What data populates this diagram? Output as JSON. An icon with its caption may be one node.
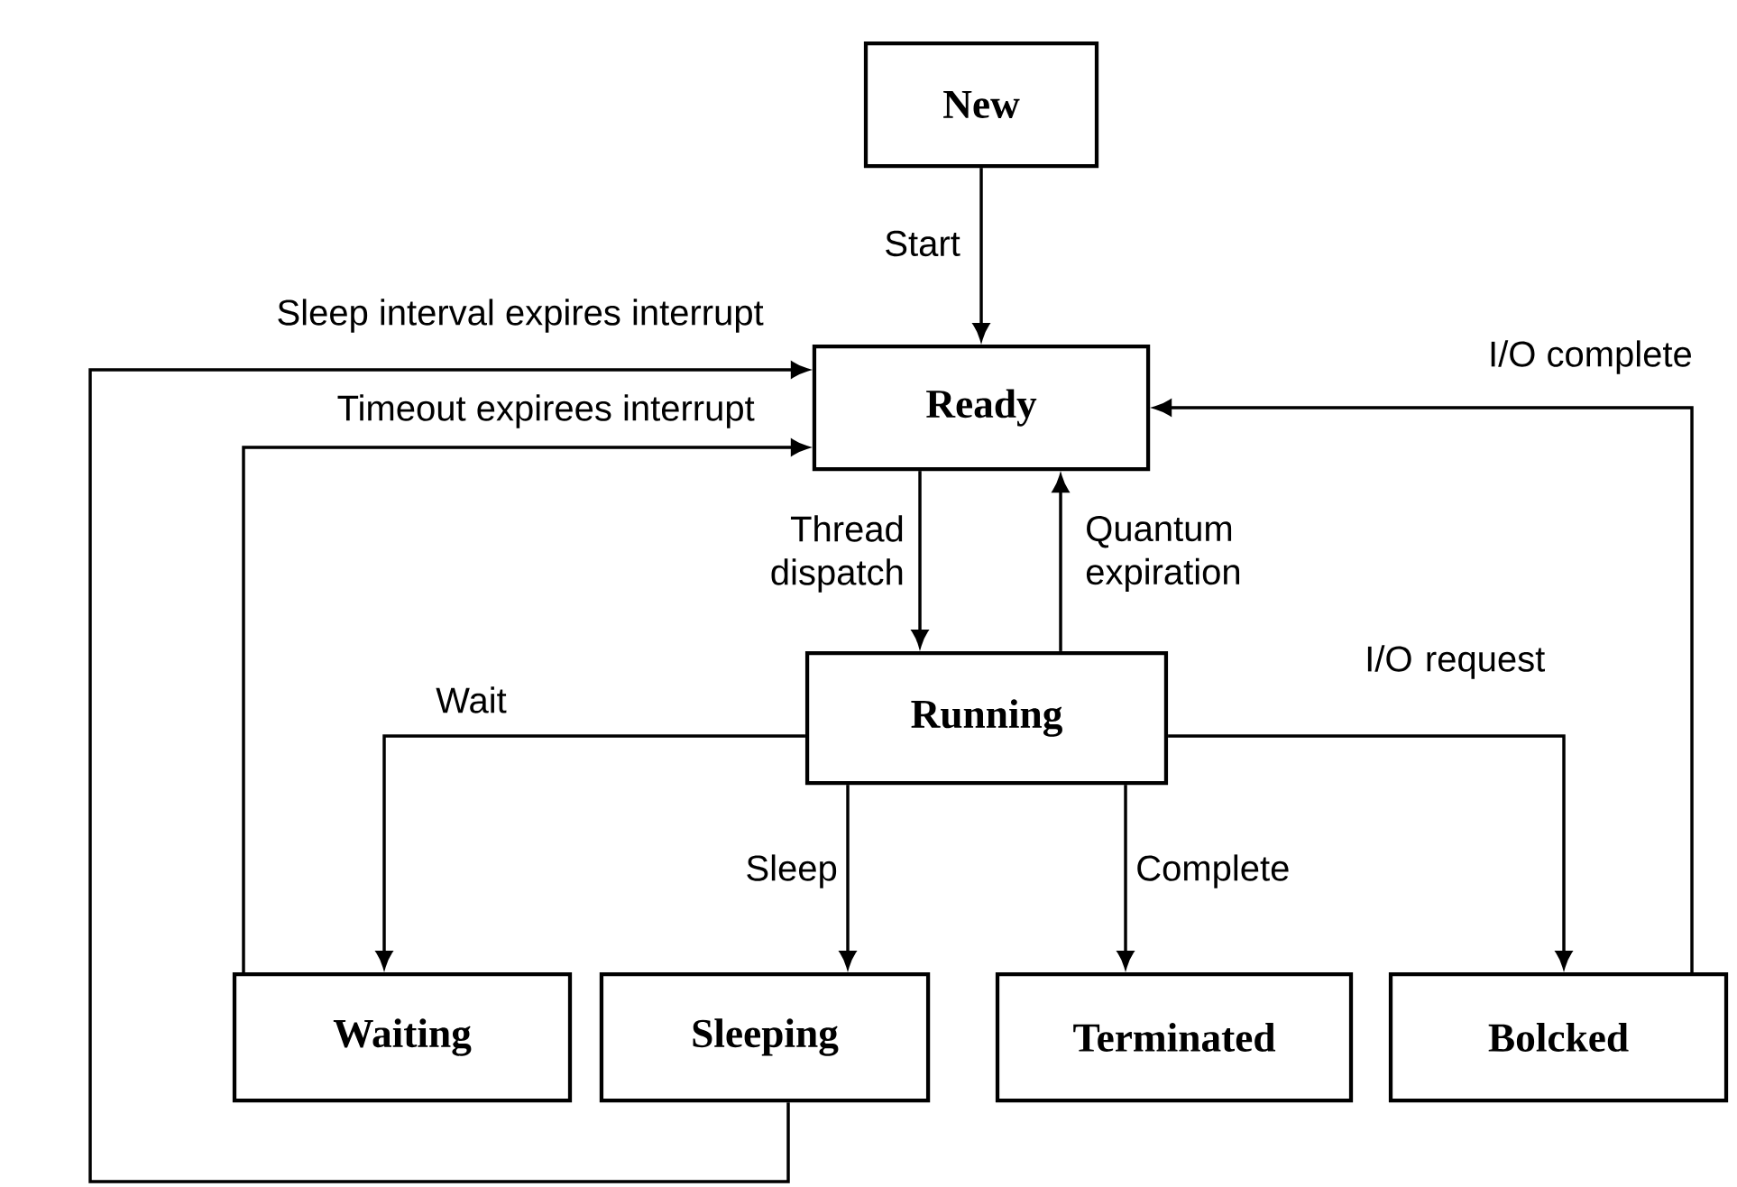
{
  "diagram": {
    "nodes": [
      {
        "text": [
          "New"
        ]
      },
      {
        "text": [
          "Ready"
        ]
      },
      {
        "text": [
          "Running"
        ]
      },
      {
        "text": [
          "Waiting"
        ]
      },
      {
        "text": [
          "Sleeping"
        ]
      },
      {
        "text": [
          "Terminated"
        ]
      },
      {
        "text": [
          "Bolcked"
        ]
      }
    ],
    "edges": [
      {
        "from": 0,
        "to": 1,
        "arrow": "to",
        "label": "Start"
      },
      {
        "from": 1,
        "to": 2,
        "arrow": "to",
        "label": "Thread dispatch"
      },
      {
        "from": 2,
        "to": 1,
        "arrow": "to",
        "label": "Quantum expiration"
      },
      {
        "from": 2,
        "to": 3,
        "arrow": "to",
        "label": "Wait"
      },
      {
        "from": 2,
        "to": 4,
        "arrow": "to",
        "label": "Sleep"
      },
      {
        "from": 2,
        "to": 5,
        "arrow": "to",
        "label": "Complete"
      },
      {
        "from": 2,
        "to": 6,
        "arrow": "to",
        "label": "I/O request"
      },
      {
        "from": 6,
        "to": 1,
        "arrow": "to",
        "label": "I/O complete"
      },
      {
        "from": 3,
        "to": 1,
        "arrow": "to",
        "label": "Timeout expirees interrupt"
      },
      {
        "from": 4,
        "to": 1,
        "arrow": "to",
        "label": "Sleep interval expires interrupt"
      }
    ]
  }
}
